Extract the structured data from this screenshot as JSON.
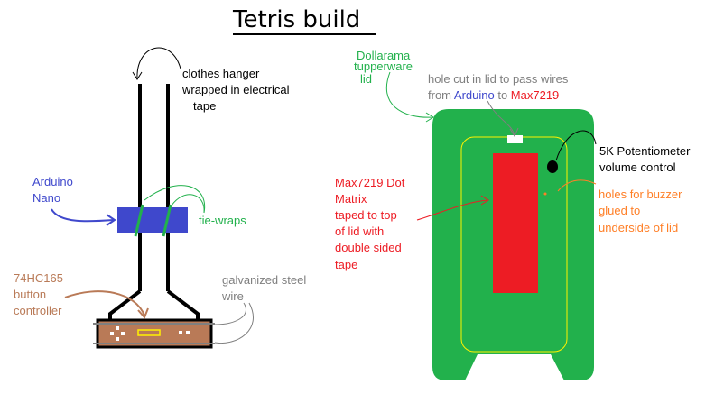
{
  "title": "Tetris build",
  "labels": {
    "hanger": [
      "clothes hanger",
      "wrapped in electrical",
      "tape"
    ],
    "arduino": [
      "Arduino",
      "Nano"
    ],
    "tie_wraps": "tie-wraps",
    "controller": [
      "74HC165",
      "button",
      "controller"
    ],
    "steel_wire": [
      "galvanized steel",
      "wire"
    ],
    "dollarama": [
      "Dollarama",
      "tupperware",
      "lid"
    ],
    "hole_cut_line1": "hole cut in lid to pass wires",
    "hole_cut_from": "from ",
    "hole_cut_arduino": "Arduino",
    "hole_cut_to": " to ",
    "hole_cut_max": "Max7219",
    "potentiometer": [
      "5K Potentiometer",
      "volume control"
    ],
    "matrix": [
      "Max7219 Dot",
      "Matrix",
      "taped to top",
      "of lid with",
      "double sided",
      "tape"
    ],
    "buzzer": [
      "holes for buzzer",
      "glued to",
      "underside of lid"
    ]
  },
  "colors": {
    "black": "#000000",
    "blue": "#3f48cc",
    "green": "#22b14c",
    "brown": "#b97a57",
    "gray": "#7f7f7f",
    "red": "#ed1c24",
    "orange": "#ff7f27",
    "yellow": "#fff200",
    "white": "#ffffff"
  }
}
